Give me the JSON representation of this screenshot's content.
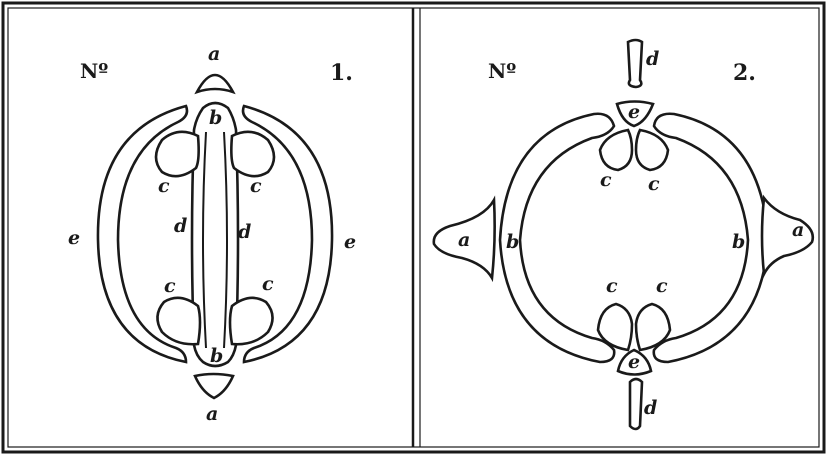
{
  "figure": {
    "panel_1": {
      "no_label": "Nº",
      "number": "1.",
      "labels": {
        "a_top": "a",
        "a_bottom": "a",
        "b_top": "b",
        "b_bottom": "b",
        "c_upper_left": "c",
        "c_upper_right": "c",
        "c_lower_left": "c",
        "c_lower_right": "c",
        "d_left": "d",
        "d_right": "d",
        "e_left": "e",
        "e_right": "e"
      }
    },
    "panel_2": {
      "no_label": "Nº",
      "number": "2.",
      "labels": {
        "d_top": "d",
        "d_bottom": "d",
        "e_top": "e",
        "e_bottom": "e",
        "c_upper_left": "c",
        "c_upper_right": "c",
        "c_lower_left": "c",
        "c_lower_right": "c",
        "b_left": "b",
        "b_right": "b",
        "a_left": "a",
        "a_right": "a"
      }
    }
  },
  "colors": {
    "ink": "#1a1a1a",
    "paper": "#ffffff"
  }
}
